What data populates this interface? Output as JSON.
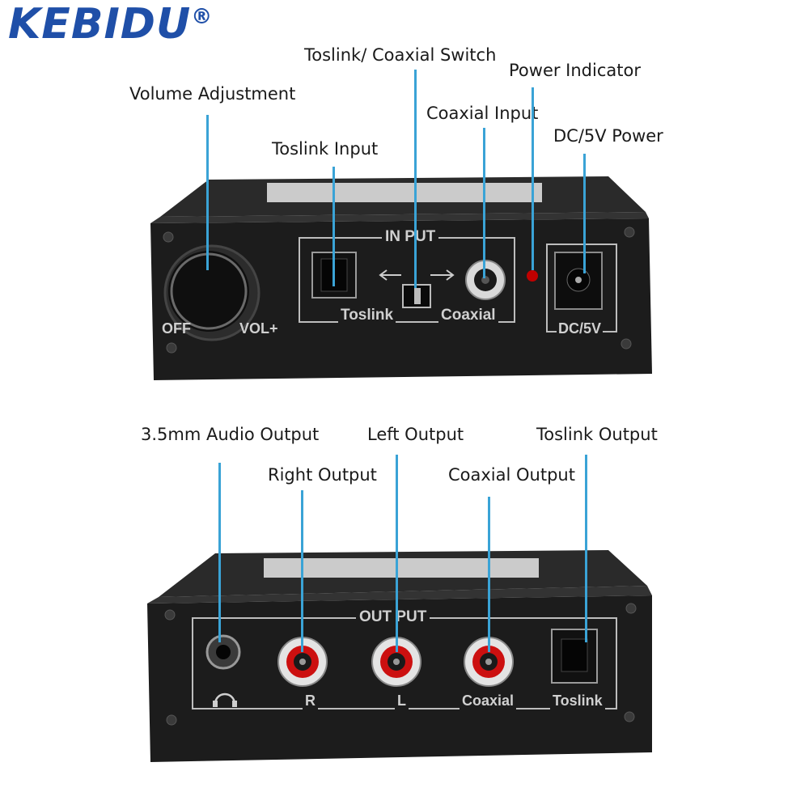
{
  "brand": {
    "name": "KEBIDU",
    "mark": "®"
  },
  "top_callouts": {
    "volume": "Volume Adjustment",
    "toslink_input": "Toslink Input",
    "switch": "Toslink/ Coaxial Switch",
    "coaxial_input": "Coaxial Input",
    "power_indicator": "Power Indicator",
    "dc_power": "DC/5V Power"
  },
  "bottom_callouts": {
    "audio_35": "3.5mm Audio Output",
    "right_output": "Right Output",
    "left_output": "Left Output",
    "coaxial_output": "Coaxial Output",
    "toslink_output": "Toslink Output"
  },
  "front_panel": {
    "input_title": "IN PUT",
    "toslink": "Toslink",
    "coaxial": "Coaxial",
    "dc": "DC/5V",
    "vol": "VOL+",
    "off": "OFF"
  },
  "rear_panel": {
    "output_title": "OUT PUT",
    "r": "R",
    "l": "L",
    "coaxial": "Coaxial",
    "toslink": "Toslink"
  },
  "colors": {
    "accent_line": "#3aa3d6",
    "brand_blue": "#1f4fa8",
    "device_body": "#1c1c1c",
    "led": "#c00000"
  }
}
